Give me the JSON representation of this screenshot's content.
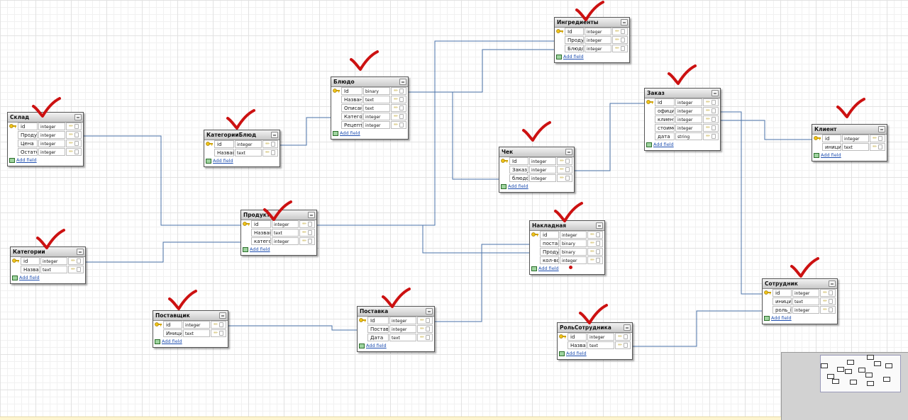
{
  "add_field_label": "Add field",
  "tables": [
    {
      "id": "sklad",
      "title": "Склад",
      "rows": [
        {
          "name": "id",
          "type": "integer",
          "pk": true
        },
        {
          "name": "Продукт_id",
          "type": "integer"
        },
        {
          "name": "Цена",
          "type": "integer"
        },
        {
          "name": "Остаток",
          "type": "integer"
        }
      ]
    },
    {
      "id": "kategoriibl",
      "title": "КатегорииБлюд",
      "rows": [
        {
          "name": "id",
          "type": "integer",
          "pk": true
        },
        {
          "name": "Название",
          "type": "text"
        }
      ]
    },
    {
      "id": "bludo",
      "title": "Блюдо",
      "rows": [
        {
          "name": "Id",
          "type": "binary",
          "pk": true
        },
        {
          "name": "Название",
          "type": "text"
        },
        {
          "name": "Описание",
          "type": "text"
        },
        {
          "name": "Категория_id",
          "type": "integer"
        },
        {
          "name": "Рецепт",
          "type": "integer"
        }
      ]
    },
    {
      "id": "ingredienty",
      "title": "Ингредиенты",
      "rows": [
        {
          "name": "Id",
          "type": "integer",
          "pk": true
        },
        {
          "name": "Продукт_id",
          "type": "integer"
        },
        {
          "name": "Блюдо_id",
          "type": "integer"
        }
      ]
    },
    {
      "id": "zakaz",
      "title": "Заказ",
      "rows": [
        {
          "name": "id",
          "type": "integer",
          "pk": true
        },
        {
          "name": "официант_id",
          "type": "integer"
        },
        {
          "name": "клиент_id",
          "type": "integer"
        },
        {
          "name": "стоимость",
          "type": "integer"
        },
        {
          "name": "дата",
          "type": "string"
        }
      ]
    },
    {
      "id": "klient",
      "title": "Клиент",
      "rows": [
        {
          "name": "id",
          "type": "integer",
          "pk": true
        },
        {
          "name": "инициалы",
          "type": "text"
        }
      ]
    },
    {
      "id": "chek",
      "title": "Чек",
      "rows": [
        {
          "name": "Id",
          "type": "integer",
          "pk": true
        },
        {
          "name": "Заказ_id",
          "type": "integer"
        },
        {
          "name": "блюдо_id",
          "type": "integer"
        }
      ]
    },
    {
      "id": "produkt",
      "title": "Продукт",
      "rows": [
        {
          "name": "id",
          "type": "integer",
          "pk": true
        },
        {
          "name": "Название",
          "type": "text"
        },
        {
          "name": "категория_id",
          "type": "integer"
        }
      ]
    },
    {
      "id": "nakladnaya",
      "title": "Накладная",
      "rows": [
        {
          "name": "id",
          "type": "integer",
          "pk": true
        },
        {
          "name": "поставка_id",
          "type": "binary"
        },
        {
          "name": "Продукт",
          "type": "binary"
        },
        {
          "name": "кол-во",
          "type": "integer"
        }
      ]
    },
    {
      "id": "kategorii",
      "title": "Категории",
      "rows": [
        {
          "name": "id",
          "type": "integer",
          "pk": true
        },
        {
          "name": "Название",
          "type": "text"
        }
      ]
    },
    {
      "id": "postavshik",
      "title": "Поставщик",
      "rows": [
        {
          "name": "id",
          "type": "integer",
          "pk": true
        },
        {
          "name": "Инициалы",
          "type": "text"
        }
      ]
    },
    {
      "id": "postavka",
      "title": "Поставка",
      "rows": [
        {
          "name": "Id",
          "type": "integer",
          "pk": true
        },
        {
          "name": "Поставщик_id",
          "type": "integer"
        },
        {
          "name": "Дата",
          "type": "text"
        }
      ]
    },
    {
      "id": "sotrudnik",
      "title": "Сотрудник",
      "rows": [
        {
          "name": "id",
          "type": "integer",
          "pk": true
        },
        {
          "name": "инициалы",
          "type": "text"
        },
        {
          "name": "роль_id",
          "type": "integer"
        }
      ]
    },
    {
      "id": "rolsotrudnika",
      "title": "РольСотрудника",
      "rows": [
        {
          "name": "id",
          "type": "integer",
          "pk": true
        },
        {
          "name": "Название",
          "type": "text"
        }
      ]
    }
  ],
  "colors": {
    "connector": "#4a72a8",
    "check_mark": "#cc1111",
    "header_top": "#f2f2f2",
    "header_bottom": "#c9c9c9"
  },
  "icons": {
    "primary_key": "key-icon",
    "add_field": "add-field-icon",
    "annotation": "check-mark-icon"
  }
}
